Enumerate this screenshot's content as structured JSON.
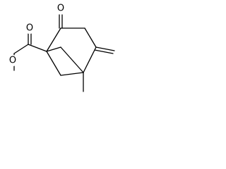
{
  "molecule": {
    "atoms": {
      "ketone_oxygen": "O",
      "carbonyl_oxygen": "O",
      "ester_oxygen": "O"
    }
  },
  "colors": {
    "bond": "#000000",
    "background": "#ffffff"
  }
}
